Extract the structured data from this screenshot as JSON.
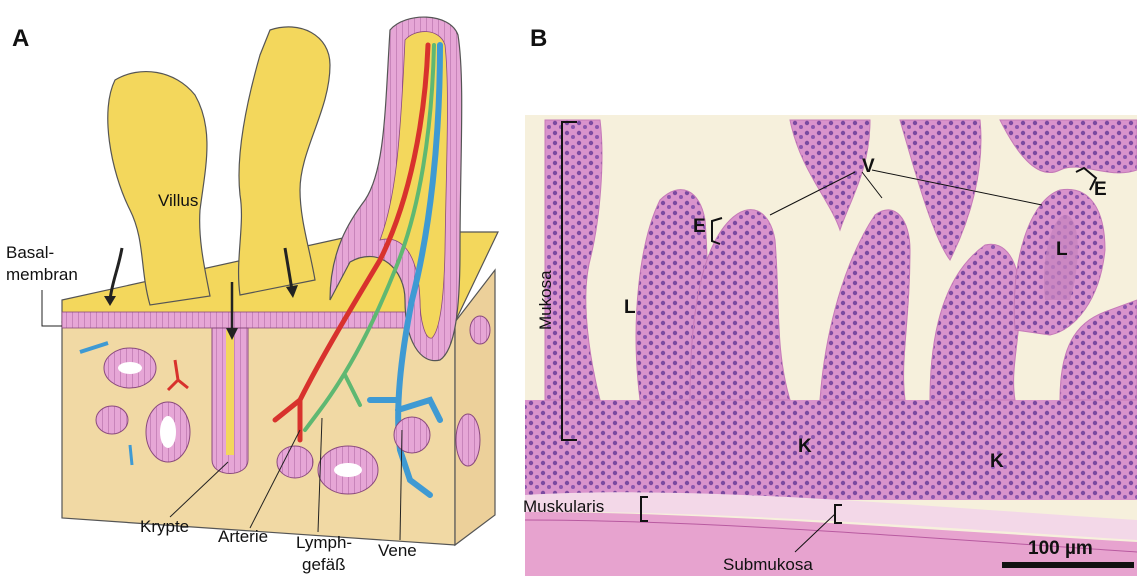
{
  "panels": {
    "a": {
      "letter": "A",
      "labels": {
        "villus": "Villus",
        "basal_1": "Basal-",
        "basal_2": "membran",
        "krypte": "Krypte",
        "arterie": "Arterie",
        "lymph_1": "Lymph-",
        "lymph_2": "gefäß",
        "vene": "Vene"
      }
    },
    "b": {
      "letter": "B",
      "labels": {
        "v": "V",
        "e_left": "E",
        "e_right": "E",
        "l_left": "L",
        "l_right": "L",
        "k_left": "K",
        "k_right": "K",
        "mukosa": "Mukosa",
        "muskularis": "Muskularis",
        "submukosa": "Submukosa",
        "scale": "100 µm"
      }
    }
  },
  "colors": {
    "villus_yellow": "#f3d75c",
    "tissue_tan": "#f1d9a4",
    "epithelium_pink": "#e6a6d6",
    "artery_red": "#d8322d",
    "lymph_green": "#5fb872",
    "vein_blue": "#3f9ad3",
    "histo_background": "#f6f0dc",
    "histo_pink": "#d58bc8",
    "histo_nuclei": "#7b4aa0"
  }
}
